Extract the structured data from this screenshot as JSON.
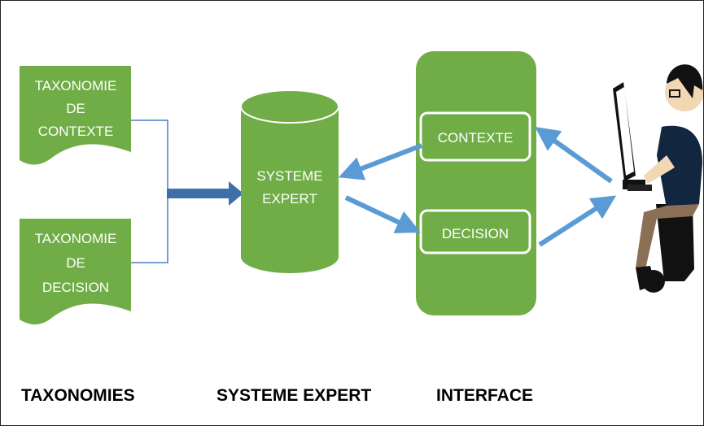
{
  "taxonomies": {
    "doc_context": [
      "TAXONOMIE",
      "DE",
      "CONTEXTE"
    ],
    "doc_decision": [
      "TAXONOMIE",
      "DE",
      "DECISION"
    ],
    "section_title": "TAXONOMIES"
  },
  "expert_system": {
    "lines": [
      "SYSTEME",
      "EXPERT"
    ],
    "section_title": "SYSTEME EXPERT"
  },
  "interface": {
    "context_label": "CONTEXTE",
    "decision_label": "DECISION",
    "section_title": "INTERFACE"
  },
  "user_icon": "person-at-computer-icon",
  "colors": {
    "green": "#70ad47",
    "arrow_blue": "#5b9bd5",
    "connector_blue": "#4a7fc1",
    "fat_arrow": "#3f6fa8"
  }
}
